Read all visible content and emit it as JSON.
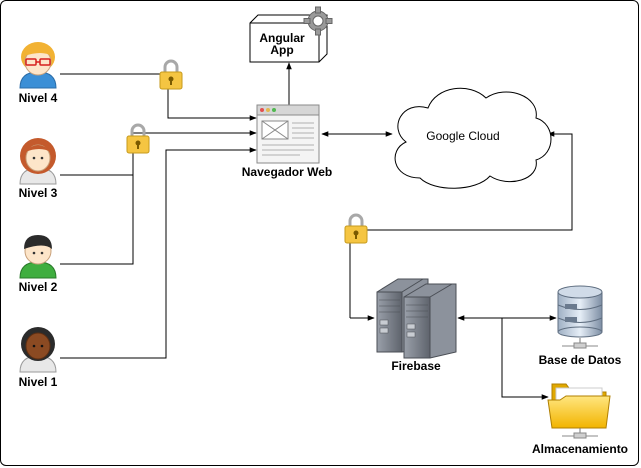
{
  "nodes": {
    "angular_app": {
      "label_line1": "Angular",
      "label_line2": "App"
    },
    "browser": {
      "label": "Navegador Web"
    },
    "cloud": {
      "label": "Google Cloud"
    },
    "firebase": {
      "label": "Firebase"
    },
    "database": {
      "label": "Base de Datos"
    },
    "storage": {
      "label": "Almacenamiento"
    }
  },
  "users": [
    {
      "label": "Nivel 4",
      "hair": "#f2b233",
      "shirt": "#3b8fd6",
      "skin": "#fde5c9",
      "glasses": true
    },
    {
      "label": "Nivel 3",
      "hair": "#c45a2c",
      "shirt": "#e8e8e8",
      "skin": "#fde5c9",
      "glasses": false
    },
    {
      "label": "Nivel 2",
      "hair": "#2b2b2b",
      "shirt": "#3fae3f",
      "skin": "#fde5c9",
      "glasses": false
    },
    {
      "label": "Nivel 1",
      "hair": "#2b2b2b",
      "shirt": "#e8e8e8",
      "skin": "#8b4a22",
      "glasses": false
    }
  ],
  "colors": {
    "lock_body": "#f5c542",
    "lock_shackle": "#a8a8a8",
    "folder": "#ffcc00",
    "server": "#7f8590",
    "db": "#8a9bb0"
  }
}
